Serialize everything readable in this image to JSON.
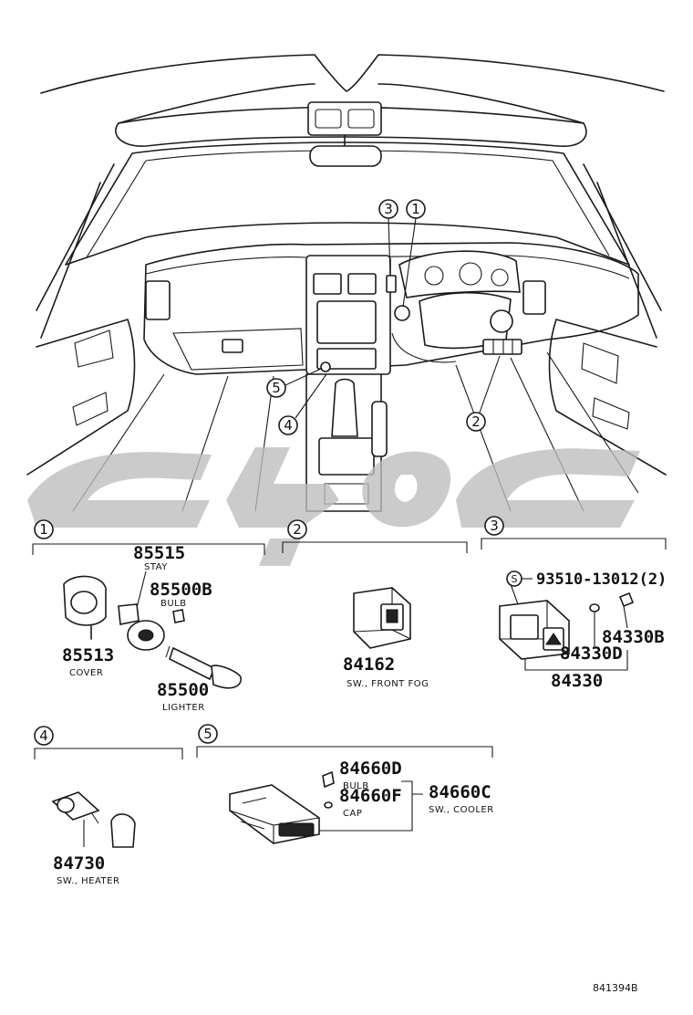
{
  "diagram": {
    "callouts": [
      "1",
      "2",
      "3",
      "4",
      "5"
    ],
    "sections": [
      {
        "index": "1",
        "parts": [
          {
            "number": "85515",
            "label": "STAY"
          },
          {
            "number": "85500B",
            "label": "BULB"
          },
          {
            "number": "85513",
            "label": "COVER"
          },
          {
            "number": "85500",
            "label": "LIGHTER"
          }
        ]
      },
      {
        "index": "2",
        "parts": [
          {
            "number": "84162",
            "label": "SW., FRONT FOG"
          }
        ]
      },
      {
        "index": "3",
        "parts": [
          {
            "number": "93510-13012(2)",
            "label": "",
            "prefix": "S"
          },
          {
            "number": "84330B",
            "label": ""
          },
          {
            "number": "84330D",
            "label": ""
          },
          {
            "number": "84330",
            "label": ""
          }
        ]
      },
      {
        "index": "4",
        "parts": [
          {
            "number": "84730",
            "label": "SW., HEATER"
          }
        ]
      },
      {
        "index": "5",
        "parts": [
          {
            "number": "84660D",
            "label": "BULB"
          },
          {
            "number": "84660F",
            "label": "CAP"
          },
          {
            "number": "84660C",
            "label": "SW., COOLER"
          }
        ]
      }
    ],
    "reference_code": "841394B"
  }
}
